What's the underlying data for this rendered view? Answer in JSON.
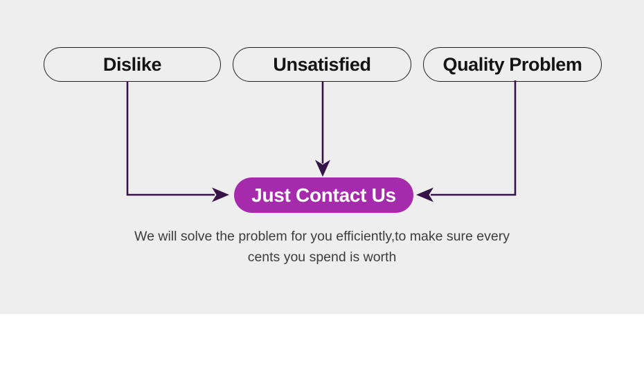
{
  "colors": {
    "page_background": "#ffffff",
    "banner_background": "#efeeef",
    "accent": "#a62bac",
    "connector": "#371447",
    "pill_border": "#1f1f1f",
    "heading_text": "#141414",
    "caption_text": "#3c3c3c",
    "cta_text": "#ffffff"
  },
  "diagram": {
    "sources": [
      {
        "label": "Dislike"
      },
      {
        "label": "Unsatisfied"
      },
      {
        "label": "Quality Problem"
      }
    ],
    "cta_label": "Just Contact Us",
    "caption_line1": "We will solve the problem for you efficiently,to make sure every",
    "caption_line2": "cents you spend is worth"
  }
}
